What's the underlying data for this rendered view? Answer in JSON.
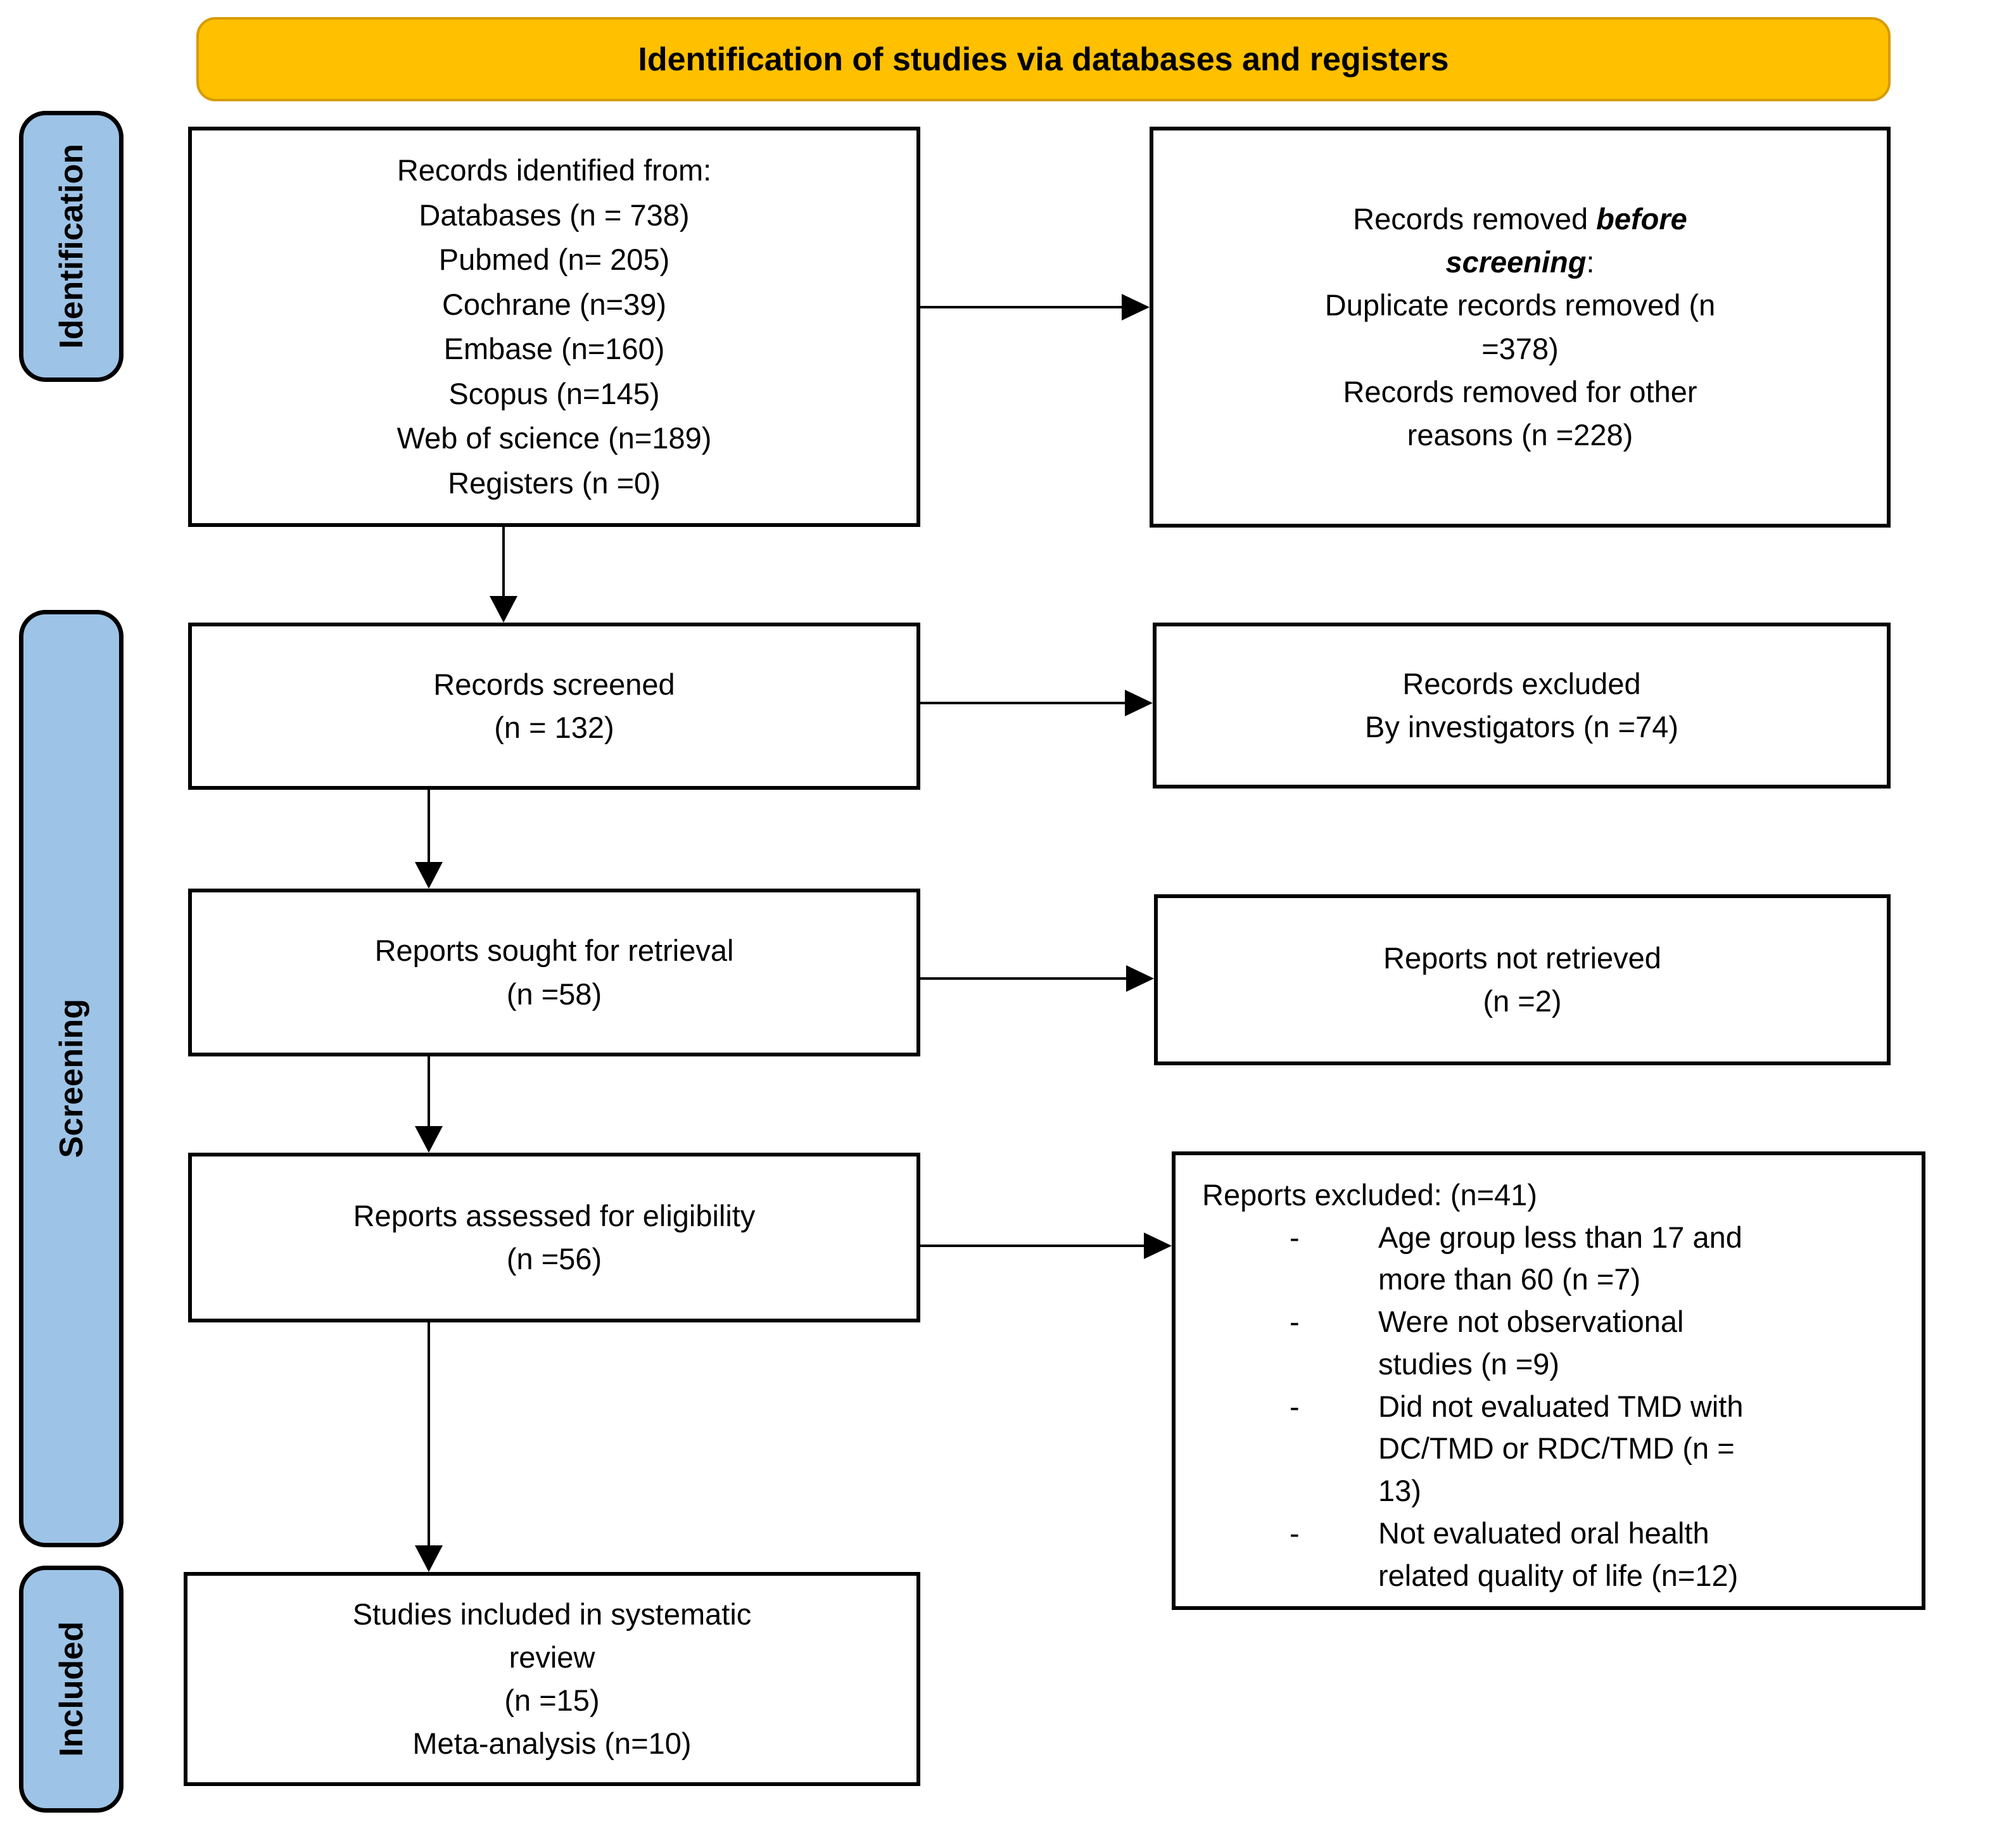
{
  "colors": {
    "banner_bg": "#FFC000",
    "banner_border": "#D79B00",
    "stage_fill": "#9DC3E6",
    "box_border": "#000000"
  },
  "header": {
    "title": "Identification of studies via databases and registers"
  },
  "sidebar": {
    "stages": [
      {
        "label": "Identification"
      },
      {
        "label": "Screening"
      },
      {
        "label": "Included"
      }
    ]
  },
  "flow": {
    "identified": {
      "lines": [
        "Records identified from:",
        "Databases (n = 738)",
        "Pubmed (n= 205)",
        "Cochrane (n=39)",
        "Embase (n=160)",
        "Scopus (n=145)",
        "Web of science (n=189)",
        "Registers (n =0)"
      ]
    },
    "removed_before_screening": {
      "prefix": "Records removed ",
      "emphasis": "before screening",
      "suffix": ":",
      "items": [
        "Duplicate records removed (n =378)",
        "Records removed for other reasons (n =228)"
      ]
    },
    "screened": {
      "lines": [
        "Records screened",
        "(n = 132)"
      ]
    },
    "records_excluded": {
      "lines": [
        "Records excluded",
        "By investigators (n =74)"
      ]
    },
    "sought": {
      "lines": [
        "Reports sought for retrieval",
        "(n =58)"
      ]
    },
    "not_retrieved": {
      "lines": [
        "Reports not retrieved",
        "(n =2)"
      ]
    },
    "assessed": {
      "lines": [
        "Reports assessed for eligibility",
        "(n =56)"
      ]
    },
    "reports_excluded": {
      "heading": "Reports excluded: (n=41)",
      "bullet_char": "-",
      "items": [
        "Age group less than 17 and more than 60 (n =7)",
        "Were not observational studies (n =9)",
        "Did not evaluated TMD with DC/TMD or RDC/TMD (n = 13)",
        "Not evaluated oral health related quality of life (n=12)"
      ]
    },
    "included_studies": {
      "lines": [
        "Studies included in systematic review",
        "(n =15)",
        "Meta-analysis (n=10)"
      ]
    }
  }
}
